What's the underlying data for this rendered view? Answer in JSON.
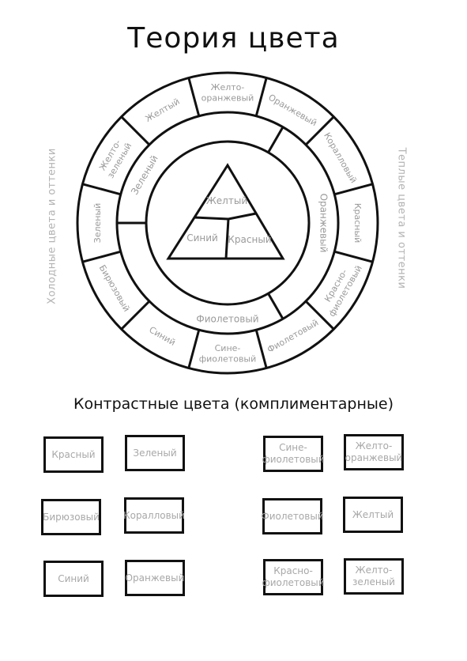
{
  "title": "Теория цвета",
  "side_labels": {
    "cold": "Холодные цвета и оттенки",
    "warm": "Теплые цвета и оттенки"
  },
  "wheel": {
    "outer_ring": [
      {
        "lines": [
          "Желто-",
          "оранжевый"
        ]
      },
      {
        "lines": [
          "Оранжевый"
        ]
      },
      {
        "lines": [
          "Коралловый"
        ]
      },
      {
        "lines": [
          "Красный"
        ]
      },
      {
        "lines": [
          "Красно-",
          "фиолетовый"
        ]
      },
      {
        "lines": [
          "Фиолетовый"
        ]
      },
      {
        "lines": [
          "Сине-",
          "фиолетовый"
        ]
      },
      {
        "lines": [
          "Синий"
        ]
      },
      {
        "lines": [
          "Бирюзовый"
        ]
      },
      {
        "lines": [
          "Зеленый"
        ]
      },
      {
        "lines": [
          "Желто-",
          "зеленый"
        ]
      },
      {
        "lines": [
          "Желтый"
        ]
      }
    ],
    "middle_ring": [
      "Оранжевый",
      "Фиолетовый",
      "Зеленый"
    ],
    "triangle": [
      "Желтый",
      "Синий",
      "Красный"
    ]
  },
  "subtitle": "Контрастные цвета (комплиментарные)",
  "contrast_pairs": [
    [
      "Красный",
      "Зеленый"
    ],
    [
      "Бирюзовый",
      "Коралловый"
    ],
    [
      "Синий",
      "Оранжевый"
    ],
    [
      "Сине-фиолетовый",
      "Желто-оранжевый"
    ],
    [
      "Фиолетовый",
      "Желтый"
    ],
    [
      "Красно-фиолетовый",
      "Желто-зеленый"
    ]
  ],
  "colors": {
    "stroke": "#111111",
    "label": "#9a9a9a",
    "side_label": "#b3b3b3"
  }
}
